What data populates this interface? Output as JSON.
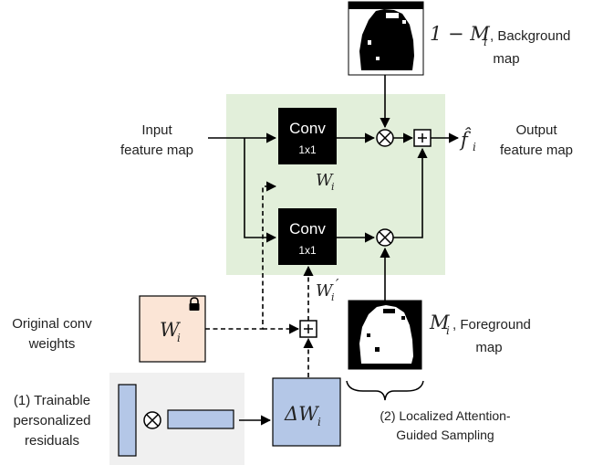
{
  "labels": {
    "input_line1": "Input",
    "input_line2": "feature map",
    "output_line1": "Output",
    "output_line2": "feature map",
    "output_symbol": "f̂",
    "output_sub": "i",
    "conv_top_title": "Conv",
    "conv_top_kernel": "1x1",
    "conv_bottom_title": "Conv",
    "conv_bottom_kernel": "1x1",
    "weight_top": "W",
    "weight_top_sub": "i",
    "weight_bottom": "W",
    "weight_bottom_sub": "i",
    "weight_bottom_prime": "′",
    "orig_line1": "Original conv",
    "orig_line2": "weights",
    "orig_box_symbol": "W",
    "orig_box_sub": "i",
    "background_expr": "1 − M",
    "background_sub": "i",
    "background_word": ", Background",
    "background_line2": "map",
    "foreground_expr": "M",
    "foreground_sub": "i",
    "foreground_word": ", Foreground",
    "foreground_line2": "map",
    "trainable_line1": "(1) Trainable",
    "trainable_line2": "personalized",
    "trainable_line3": "residuals",
    "delta_symbol": "ΔW",
    "delta_sub": "i",
    "sampling_line1": "(2) Localized Attention-",
    "sampling_line2": "Guided Sampling"
  },
  "colors": {
    "attention_region": "#e2efda",
    "orig_weight_box": "#fbe5d6",
    "residual_region": "#f0f0f0",
    "residual_blocks": "#b4c7e7",
    "conv_box": "#000000"
  },
  "icons": {
    "multiply": "circled-times",
    "add": "boxed-plus",
    "lock": "lock-icon"
  }
}
